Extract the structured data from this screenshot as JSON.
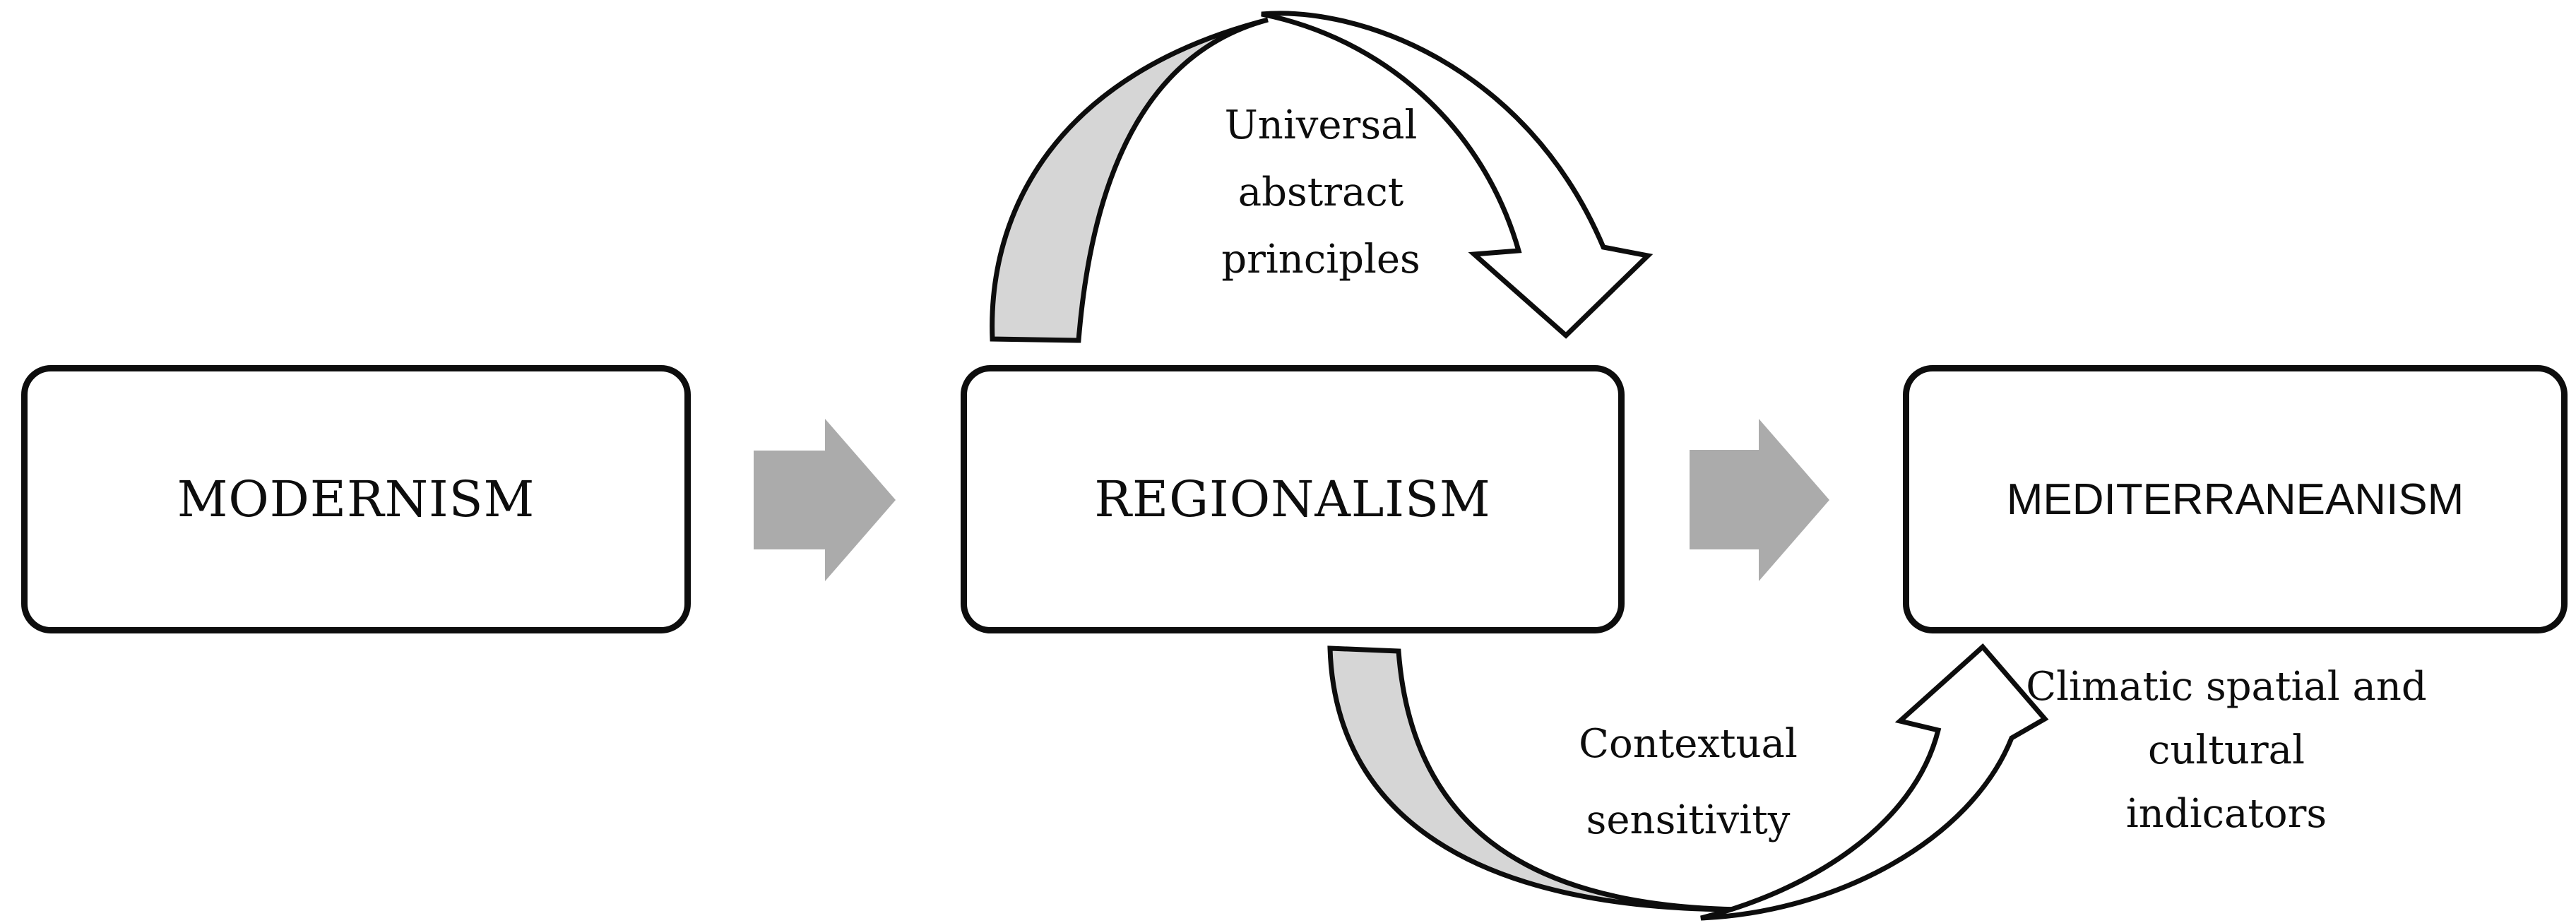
{
  "figure": {
    "background": "#ffffff",
    "outline_color": "#0d0d0d",
    "text_color": "#0d0d0d",
    "boxes": [
      {
        "label": "MODERNISM"
      },
      {
        "label": "REGIONALISM"
      },
      {
        "label": "MEDITERRANEANISM"
      }
    ],
    "flow_arrows": [
      {
        "name": "modernism-to-regionalism",
        "direction": "right",
        "color": "#ABABAB"
      },
      {
        "name": "regionalism-to-mediterraneanism",
        "direction": "right",
        "color": "#ABABAB"
      }
    ],
    "loops": [
      {
        "name": "universal-abstract-principles-loop",
        "lines": [
          "Universal",
          "abstract",
          "principles"
        ],
        "tail_fill": "#D6D6D6",
        "body_fill": "#FFFFFF",
        "outline": "#0d0d0d"
      },
      {
        "name": "contextual-sensitivity-loop",
        "lines": [
          "Contextual",
          "sensitivity"
        ],
        "tail_fill": "#D6D6D6",
        "body_fill": "#FFFFFF",
        "outline": "#0d0d0d"
      }
    ],
    "annotations": [
      {
        "name": "climatic-indicators",
        "lines": [
          "Climatic spatial and",
          "cultural",
          "indicators"
        ]
      }
    ]
  }
}
